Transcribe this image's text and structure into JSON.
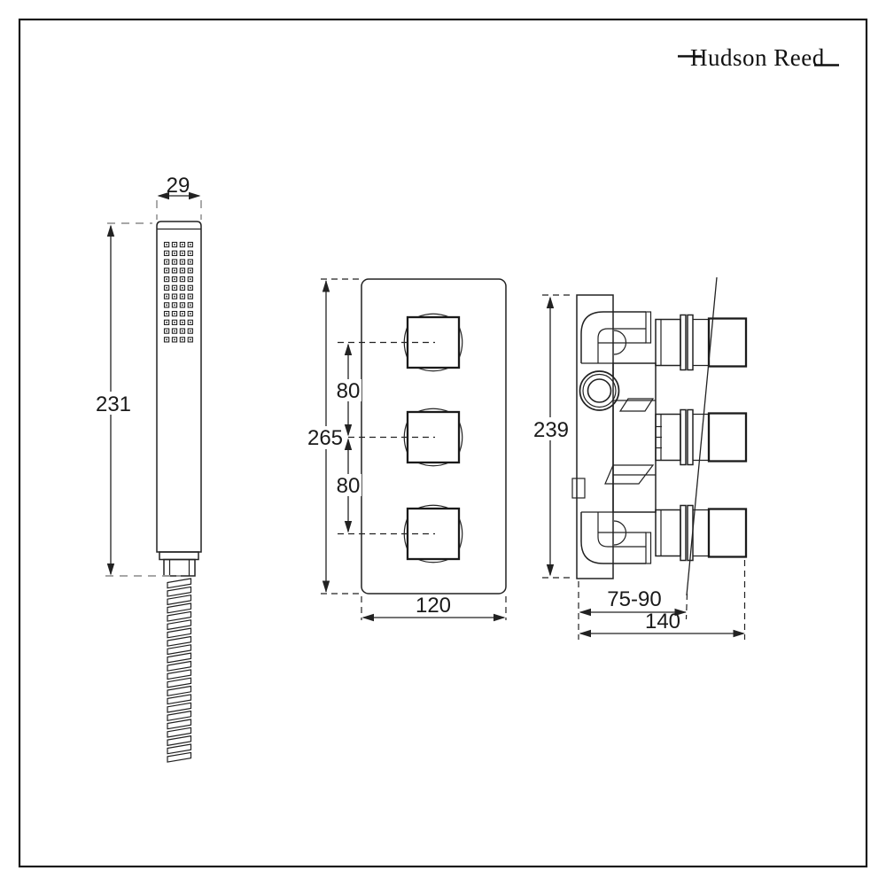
{
  "brand": {
    "logo_text": "Hudson Reed"
  },
  "handset_view": {
    "width_mm": "29",
    "length_mm": "231"
  },
  "front_view": {
    "knob_spacing_top_mm": "80",
    "plate_height_mm": "265",
    "knob_spacing_bottom_mm": "80",
    "plate_width_mm": "120"
  },
  "side_view": {
    "height_mm": "239",
    "recess_depth_range_mm": "75-90",
    "total_depth_mm": "140"
  },
  "colors": {
    "line": "#222222",
    "gray_dash": "#9b9b9b",
    "background": "#ffffff"
  }
}
